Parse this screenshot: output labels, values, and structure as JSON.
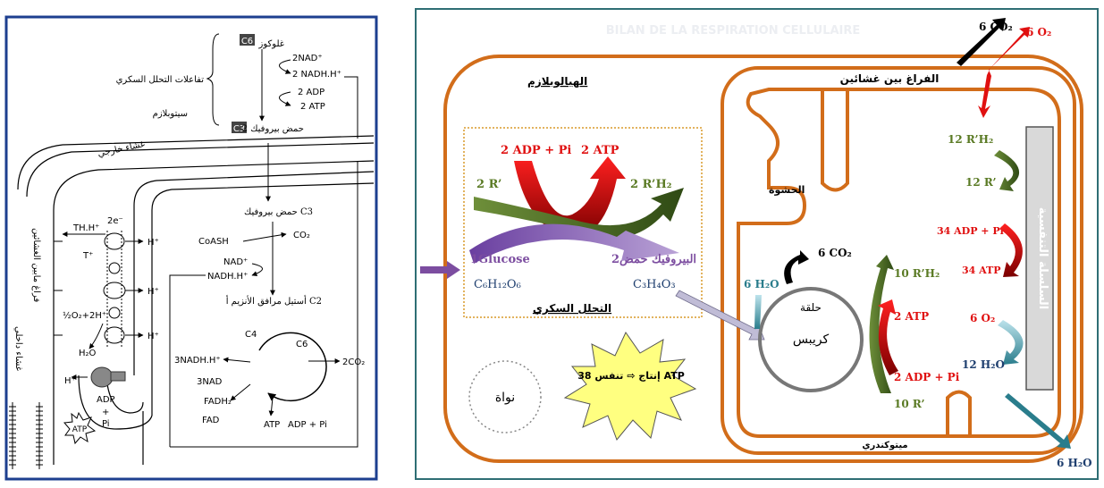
{
  "left_panel": {
    "c6_box": "C6",
    "glucose": "غلوكوز",
    "nad_plus": "2NAD⁺",
    "nadh": "2 NADH.H⁺",
    "adp": "2 ADP",
    "atp": "2 ATP",
    "c3_box": "C3",
    "pyruvate": "حمض بيروفيك 2",
    "glycolysis_label": "تفاعلات التحلل السكري",
    "cytoplasm": "سيتوبلازم",
    "outer_membrane": "غشاء خارجي",
    "intermembrane_space": "فراغ مابين الغشائين",
    "inner_membrane": "غشاء داخلي",
    "pyruvate_c3": "حمض بيروفيك C3",
    "coash": "CoASH",
    "co2": "CO₂",
    "nad2": "NAD⁺",
    "nadh2": "NADH.H⁺",
    "acetyl": "أستيل مرافق الأنزيم أ C2",
    "c4": "C4",
    "c6": "C6",
    "nadh3": "3NADH.H⁺",
    "nad3": "3NAD",
    "fadh": "FADH₂",
    "fad": "FAD",
    "atp2": "ATP",
    "adp_pi": "ADP + Pi",
    "co2_2": "2CO₂",
    "thh": "TH.H⁺",
    "t_plus": "T⁺",
    "h_plus_1": "H⁺",
    "h_plus_2": "H⁺",
    "h_plus_3": "H⁺",
    "h_plus_4": "H⁺",
    "two_e": "2e⁻",
    "o2_half": "½O₂+2H⁺",
    "h2o": "H₂O",
    "adp_small": "ADP",
    "plus": "+",
    "pi": "Pi",
    "atp_star": "ATP"
  },
  "right_panel": {
    "faded_title": "BILAN DE LA RESPIRATION CELLULAIRE",
    "cytoplasm": "الهيالوبلازم",
    "intermembrane": "الفراغ بين غشائين",
    "matrix": "الحشوة",
    "mitochondria": "ميتوكندري",
    "nucleus": "نواة",
    "glycolysis": "التحلل السكري",
    "adp_pi": "2 ADP + Pi",
    "atp": "2 ATP",
    "r_left": "2 R’",
    "rh2_right": "2 R’H₂",
    "glucose": "1Glucose",
    "glucose_formula": "C₆H₁₂O₆",
    "pyruvate": "2البيروفيك حمض",
    "pyruvate_formula": "C₃H₄O₃",
    "starburst": "38 إنتاج ⇨ تنفس ATP",
    "co2_krebs": "6 CO₂",
    "h2o_krebs": "6 H₂O",
    "krebs_1": "حلقة",
    "krebs_2": "كريبس",
    "rh2_10": "10 R’H₂",
    "atp_2": "2 ATP",
    "adp_2": "2 ADP + Pi",
    "r_10": "10 R’",
    "co2_out": "6 CO₂",
    "o2_in": "6 O₂",
    "rh2_12": "12 R’H₂",
    "r_12": "12 R’",
    "adp_34": "34 ADP + Pi",
    "atp_34": "34 ATP",
    "o2_6": "6 O₂",
    "h2o_12": "12 H₂O",
    "h2o_out": "6 H₂O",
    "resp_chain": "السلسلة التنفسية"
  },
  "colors": {
    "panel_border": "#2e6e74",
    "membrane": "#d26d1a",
    "red": "#e01010",
    "green": "#5a7a24",
    "dark_blue": "#1f3f6f",
    "purple": "#7c4da0",
    "teal": "#2a7d8c",
    "dotted": "#d89a2a",
    "star_fill": "#ffff80"
  }
}
